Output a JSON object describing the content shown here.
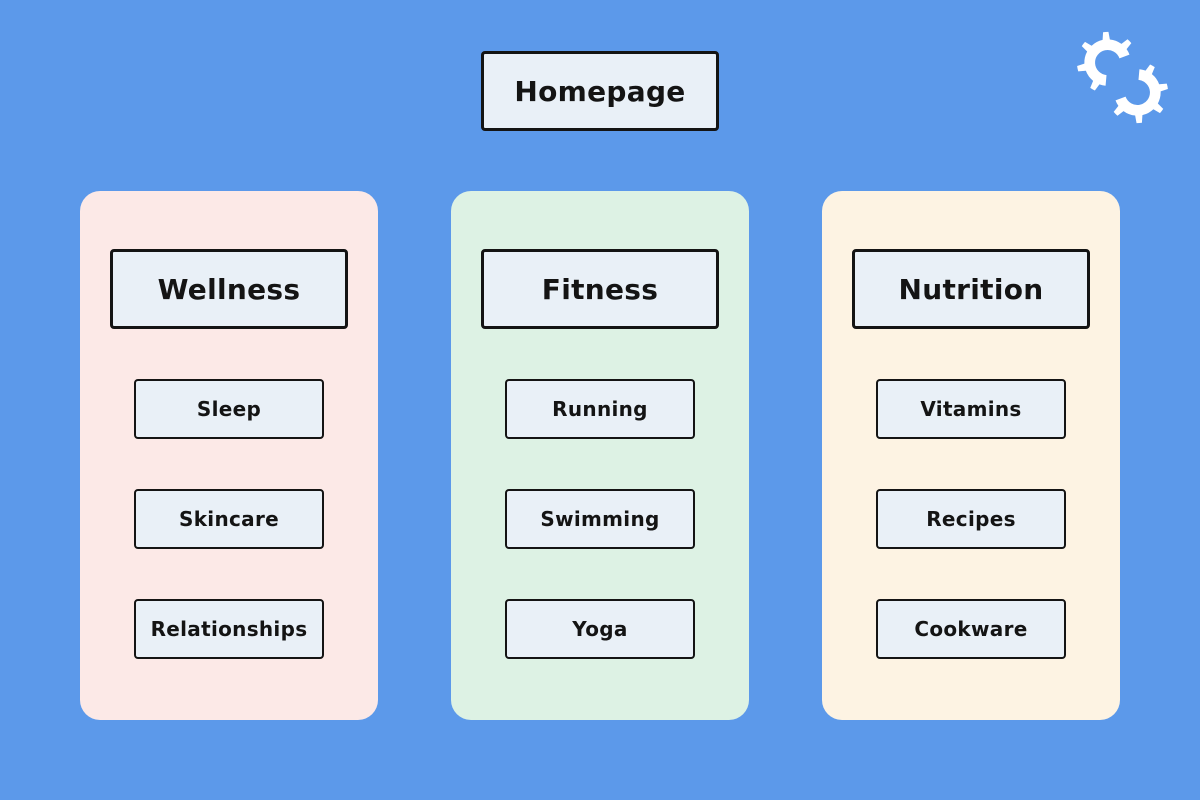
{
  "page": {
    "background": "#5c99ea"
  },
  "logo": {
    "icon": "interlocking-gears-icon",
    "color": "#ffffff"
  },
  "colors": {
    "node_fill": "#e9f0f7",
    "node_border": "#141414",
    "node_text": "#141414"
  },
  "homepage": {
    "label": "Homepage"
  },
  "sections": [
    {
      "title": "Wellness",
      "panel_color": "#fce9e7",
      "items": [
        "Sleep",
        "Skincare",
        "Relationships"
      ]
    },
    {
      "title": "Fitness",
      "panel_color": "#ddf2e4",
      "items": [
        "Running",
        "Swimming",
        "Yoga"
      ]
    },
    {
      "title": "Nutrition",
      "panel_color": "#fdf3e3",
      "items": [
        "Vitamins",
        "Recipes",
        "Cookware"
      ]
    }
  ]
}
